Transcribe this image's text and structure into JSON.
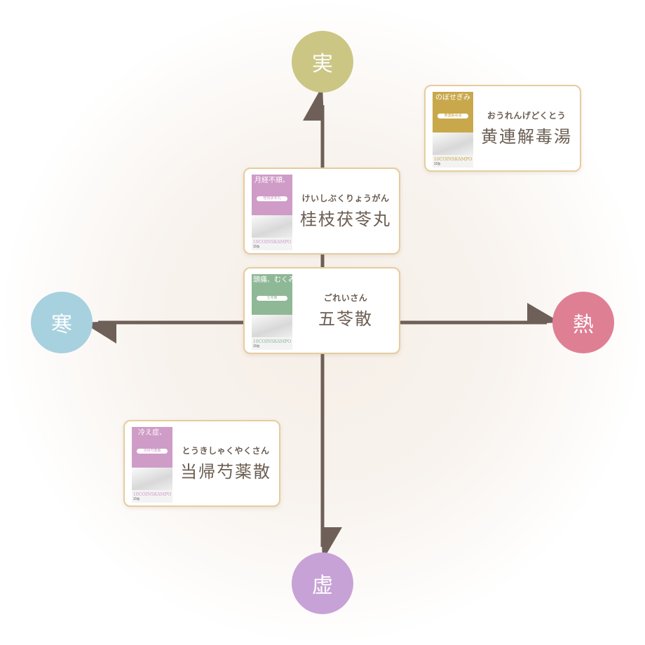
{
  "colors": {
    "axis": "#6e6058",
    "jitsu": "#cbc684",
    "kan": "#a7d1df",
    "netsu": "#df7f94",
    "kyo": "#c7a2d6",
    "card_border": "#e6cc9f"
  },
  "poles": {
    "top": "実",
    "left": "寒",
    "right": "熱",
    "bottom": "虚"
  },
  "cards": [
    {
      "kana": "けいしぶくりょうがん",
      "kanji": "桂枝茯苓丸",
      "box": {
        "headline": "月経不順、",
        "label": "桂枝茯苓丸",
        "brand": "10COINSKAMPO",
        "count": "15包",
        "color": "#cf9cc7"
      }
    },
    {
      "kana": "ごれいさん",
      "kanji": "五苓散",
      "box": {
        "headline": "頭痛、むくみ",
        "label": "五苓散",
        "brand": "10COINSKAMPO",
        "count": "15包",
        "color": "#8fb896"
      }
    },
    {
      "kana": "おうれんげどくとう",
      "kanji": "黄連解毒湯",
      "box": {
        "headline": "のぼせぎみ",
        "label": "黄連解毒湯",
        "brand": "10COINSKAMPO",
        "count": "15包",
        "color": "#c9a84c"
      }
    },
    {
      "kana": "とうきしゃくやくさん",
      "kanji": "当帰芍薬散",
      "box": {
        "headline": "冷え症、",
        "label": "当帰芍薬散",
        "brand": "10COINSKAMPO",
        "count": "15包",
        "color": "#cf9cc7"
      }
    }
  ]
}
